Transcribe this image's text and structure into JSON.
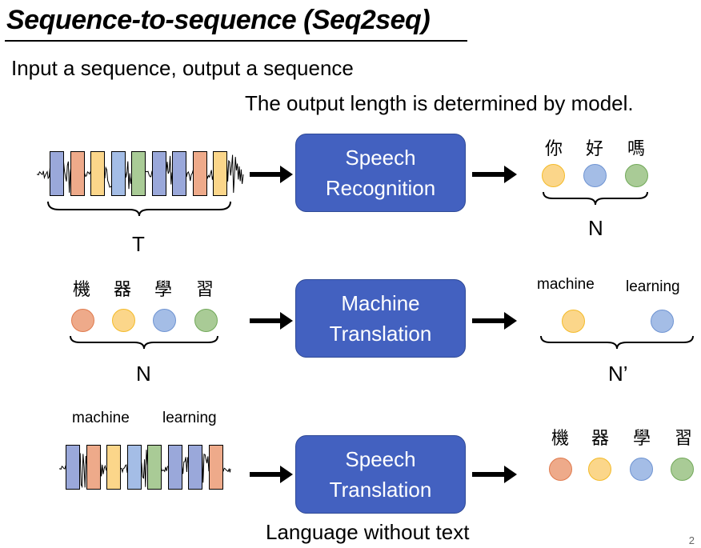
{
  "slide": {
    "title": "Sequence-to-sequence (Seq2seq)",
    "subtitle": "Input a sequence, output a sequence",
    "note": "The output length is determined by model.",
    "footer_caption": "Language without text",
    "page_number": "2"
  },
  "colors": {
    "box_fill": "#4361c0",
    "orange": "#eeaa8a",
    "yellow": "#fbd68a",
    "blue": "#a4bde6",
    "green": "#a9cb96",
    "navy": "#9aa8da"
  },
  "rows": [
    {
      "name": "speech-recognition",
      "input_type": "audio",
      "input_frames": [
        "navy",
        "orange",
        "yellow",
        "blue",
        "green",
        "navy",
        "navy",
        "orange",
        "yellow"
      ],
      "input_length_label": "T",
      "box_lines": [
        "Speech",
        "Recognition"
      ],
      "output_tokens": [
        {
          "text": "你",
          "color": "yellow"
        },
        {
          "text": "好",
          "color": "blue"
        },
        {
          "text": "嗎",
          "color": "green"
        }
      ],
      "output_length_label": "N"
    },
    {
      "name": "machine-translation",
      "input_type": "tokens",
      "input_tokens": [
        {
          "text": "機",
          "color": "orange"
        },
        {
          "text": "器",
          "color": "yellow"
        },
        {
          "text": "學",
          "color": "blue"
        },
        {
          "text": "習",
          "color": "green"
        }
      ],
      "input_length_label": "N",
      "box_lines": [
        "Machine",
        "Translation"
      ],
      "output_tokens": [
        {
          "text": "machine",
          "color": "yellow"
        },
        {
          "text": "learning",
          "color": "blue"
        }
      ],
      "output_length_label": "N’"
    },
    {
      "name": "speech-translation",
      "input_type": "audio",
      "input_words": [
        "machine",
        "learning"
      ],
      "input_frames": [
        "navy",
        "orange",
        "yellow",
        "blue",
        "green",
        "navy",
        "navy",
        "orange"
      ],
      "box_lines": [
        "Speech",
        "Translation"
      ],
      "output_tokens": [
        {
          "text": "機",
          "color": "orange"
        },
        {
          "text": "器",
          "color": "yellow"
        },
        {
          "text": "學",
          "color": "blue"
        },
        {
          "text": "習",
          "color": "green"
        }
      ]
    }
  ]
}
